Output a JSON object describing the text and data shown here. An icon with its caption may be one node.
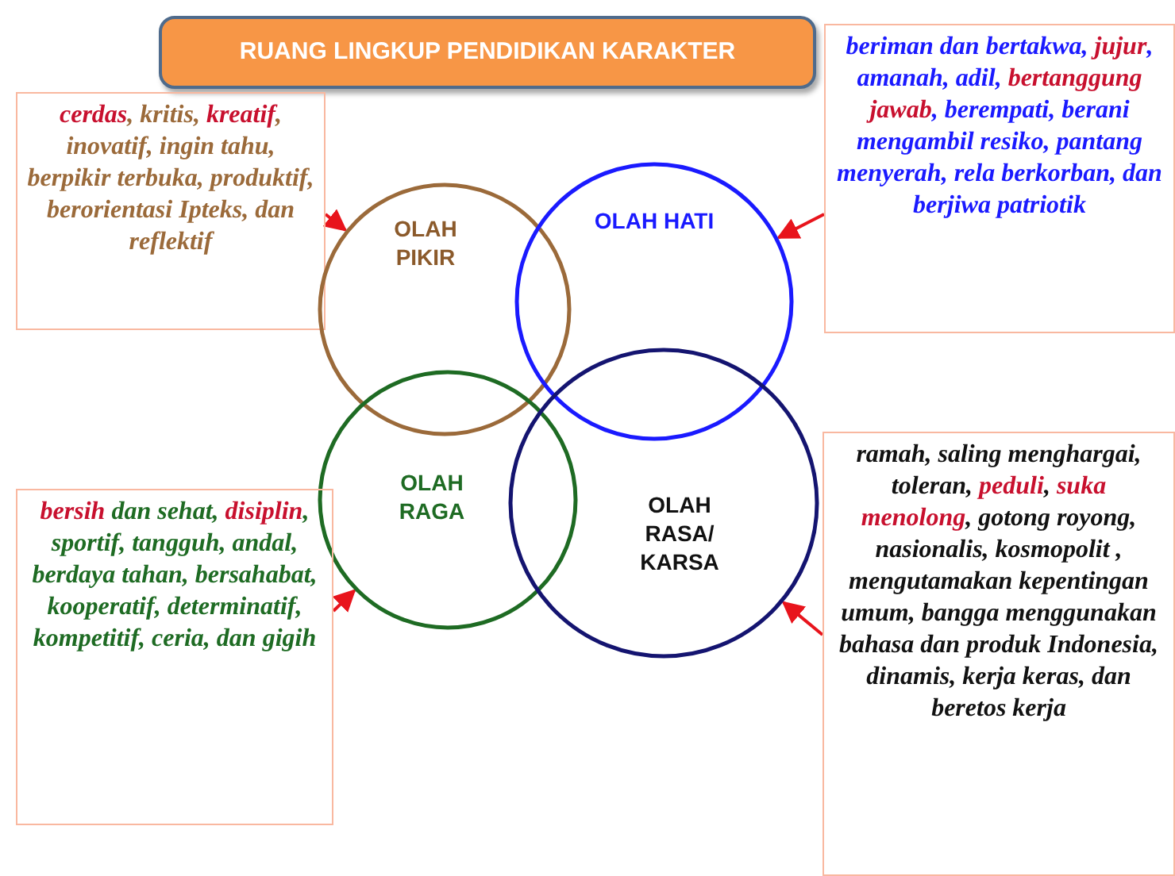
{
  "diagram": {
    "title": "RUANG LINGKUP  PENDIDIKAN KARAKTER",
    "nodes": [
      {
        "text": [
          "**cerdas**, kritis, **kreatif**, inovatif, ingin tahu, berpikir terbuka, produktif, berorientasi Ipteks, dan reflektif"
        ]
      },
      {
        "text": [
          "beriman dan bertakwa, **jujur**, amanah, adil, **bertanggung jawab**, berempati, berani mengambil resiko, pantang menyerah, rela berkorban, dan berjiwa patriotik"
        ]
      },
      {
        "text": [
          "OLAH PIKIR"
        ]
      },
      {
        "text": [
          "OLAH HATI"
        ]
      },
      {
        "text": [
          "OLAH RAGA"
        ]
      },
      {
        "text": [
          "OLAH RASA/ KARSA"
        ]
      },
      {
        "text": [
          "**bersih** dan sehat, **disiplin**, sportif, tangguh, andal, berdaya tahan, bersahabat, kooperatif, determinatif, kompetitif, ceria, dan gigih"
        ]
      },
      {
        "text": [
          "ramah, saling menghargai, toleran, **peduli**,  **suka menolong**, gotong royong, nasionalis, kosmopolit , mengutamakan kepentingan umum, bangga menggunakan bahasa dan produk Indonesia, dinamis, kerja keras, dan beretos kerja"
        ]
      }
    ],
    "edges": [
      {
        "from": 0,
        "to": 2,
        "arrow": "to"
      },
      {
        "from": 1,
        "to": 3,
        "arrow": "to"
      },
      {
        "from": 6,
        "to": 4,
        "arrow": "to"
      },
      {
        "from": 7,
        "to": 5,
        "arrow": "to"
      }
    ]
  }
}
